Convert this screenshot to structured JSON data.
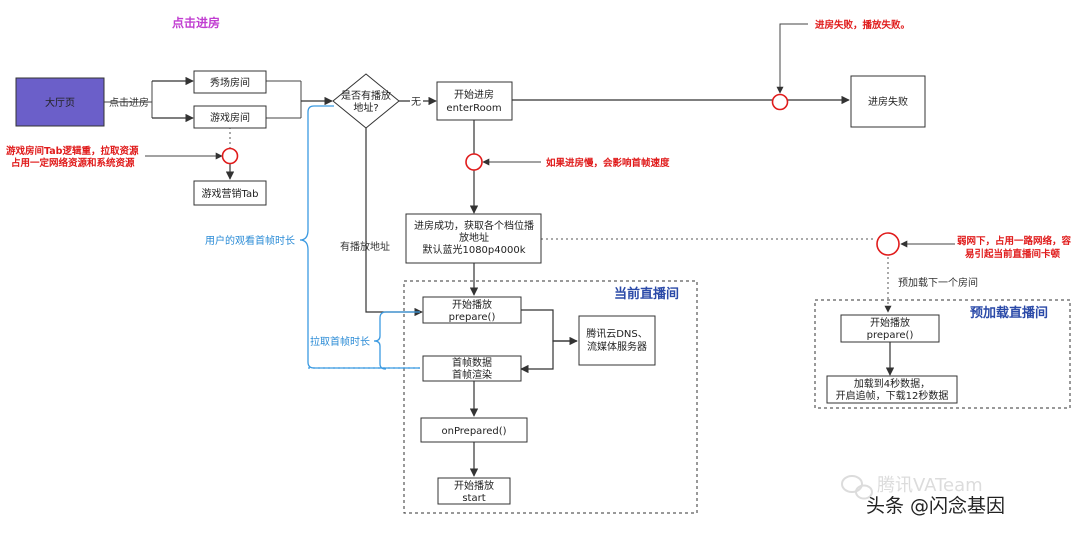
{
  "title": "点击进房",
  "nodes": {
    "lobby": "大厅页",
    "show_room": "秀场房间",
    "game_room": "游戏房间",
    "decision": [
      "是否有播放",
      "地址?"
    ],
    "enter_room": [
      "开始进房",
      "enterRoom"
    ],
    "fail": "进房失败",
    "game_tab": "游戏营销Tab",
    "success": [
      "进房成功，获取各个档位播",
      "放地址",
      "默认蓝光1080p4000k"
    ],
    "prepare": [
      "开始播放",
      "prepare()"
    ],
    "cdn": [
      "腾讯云DNS、",
      "流媒体服务器"
    ],
    "first_frame": [
      "首帧数据",
      "首帧渲染"
    ],
    "on_prepared": "onPrepared()",
    "start": [
      "开始播放",
      "start"
    ],
    "preload_prepare": [
      "开始播放",
      "prepare()"
    ],
    "preload_data": [
      "加载到4秒数据，",
      "开启追帧，下载12秒数据"
    ]
  },
  "edge_labels": {
    "click_enter": "点击进房",
    "no": "无",
    "has_url": "有播放地址",
    "preload_next": "预加载下一个房间"
  },
  "annotations": {
    "fail_note": "进房失败，播放失败。",
    "game_note": [
      "游戏房间Tab逻辑重，拉取资源",
      "占用一定网络资源和系统资源"
    ],
    "slow_note": "如果进房慢，会影响首帧速度",
    "weak_note": [
      "弱网下，占用一路网络，容",
      "易引起当前直播间卡顿"
    ],
    "watch_time": "用户的观看首帧时长",
    "pull_time": "拉取首帧时长"
  },
  "regions": {
    "current": "当前直播间",
    "preload": "预加载直播间"
  },
  "watermark": {
    "logo": "腾讯VATeam",
    "credit": "头条 @闪念基因"
  },
  "colors": {
    "lobby_fill": "#6b5fc9",
    "red": "#e01b1b",
    "blue": "#3b9ae1",
    "title": "#c13ed1",
    "region_title": "#2b4aa8"
  }
}
